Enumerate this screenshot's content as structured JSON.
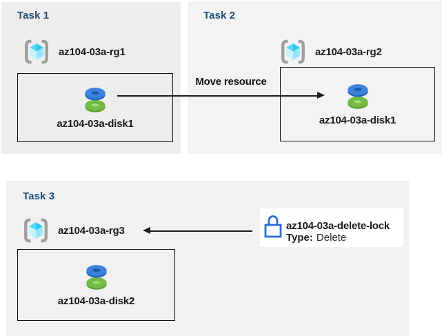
{
  "tasks": [
    {
      "title": "Task 1",
      "resource_group": "az104-03a-rg1",
      "resource_name": "az104-03a-disk1"
    },
    {
      "title": "Task 2",
      "resource_group": "az104-03a-rg2",
      "resource_name": "az104-03a-disk1"
    },
    {
      "title": "Task 3",
      "resource_group": "az104-03a-rg3",
      "resource_name": "az104-03a-disk2"
    }
  ],
  "move_arrow": {
    "label": "Move resource"
  },
  "delete_lock": {
    "name": "az104-03a-delete-lock",
    "type_label": "Type:",
    "type_value": "Delete"
  },
  "icons": {
    "resource_group": "resource-group-icon",
    "disk": "managed-disk-icon",
    "lock": "delete-lock-icon"
  },
  "colors": {
    "task1_panel": "#ededed",
    "task2_panel": "#f3f3f3",
    "task3_panel": "#f1f1f1",
    "title_text": "#1f4e79",
    "label_text": "#1a1a1a",
    "box_border": "#111111",
    "arrow": "#1a1a1a",
    "lock_blue": "#2a6bd6",
    "disk_blue_top": "#3b82dd",
    "disk_blue_side": "#2566bd",
    "disk_blue_hole": "#1d57a9",
    "disk_green_top": "#73bb44",
    "disk_green_side": "#559e2e",
    "disk_green_hole": "#a3d977",
    "cube_top_left": "#55d8f5",
    "cube_top_right": "#2cc6ee",
    "cube_bottom_left": "#c9f3fb",
    "cube_bottom_right": "#93e6f7",
    "bracket_gray": "#9d9d9d"
  }
}
